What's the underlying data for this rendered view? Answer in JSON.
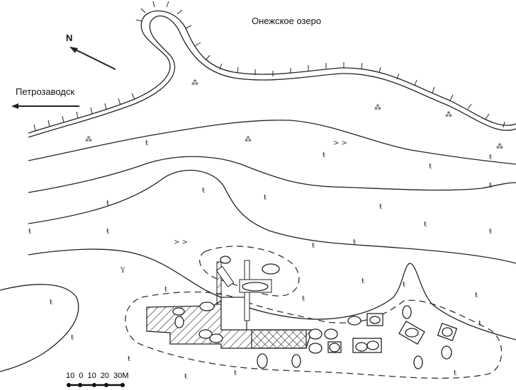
{
  "labels": {
    "lake": "Онежское озеро",
    "city": "Петрозаводск",
    "north": "N"
  },
  "scale_bar": {
    "ticks": [
      "10",
      "0",
      "10",
      "20",
      "30"
    ],
    "unit": "М"
  },
  "colors": {
    "line": "#222222",
    "background": "#ffffff"
  }
}
